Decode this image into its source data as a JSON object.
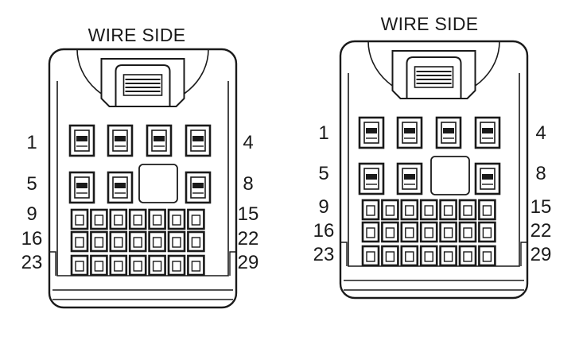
{
  "connectors": [
    {
      "title": "WIRE SIDE",
      "pin_labels": [
        "1",
        "4",
        "5",
        "8",
        "9",
        "15",
        "16",
        "22",
        "23",
        "29"
      ]
    },
    {
      "title": "WIRE SIDE",
      "pin_labels": [
        "1",
        "4",
        "5",
        "8",
        "9",
        "15",
        "16",
        "22",
        "23",
        "29"
      ]
    }
  ]
}
